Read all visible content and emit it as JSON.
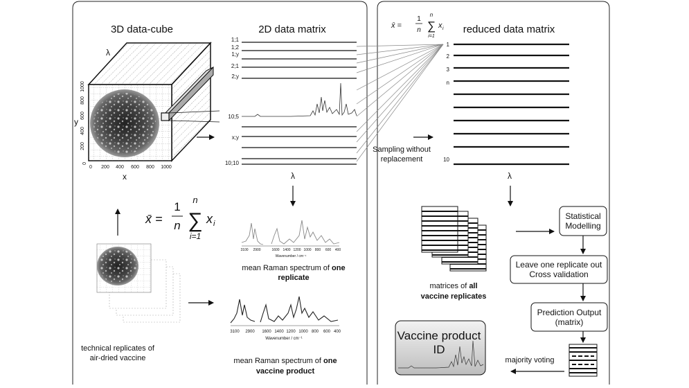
{
  "formula": {
    "lhs": "x̄ =",
    "num": "1",
    "den": "n",
    "sum_top": "n",
    "sum_sym": "∑",
    "sum_bottom": "i=1",
    "term": "x",
    "sub": "i"
  },
  "cube": {
    "title": "3D data-cube",
    "axis_lambda": "λ",
    "axis_x": "x",
    "axis_y": "y",
    "ticks": [
      "0",
      "200",
      "400",
      "600",
      "800",
      "1000"
    ]
  },
  "matrix2d": {
    "title": "2D data matrix",
    "rows": [
      "1;1",
      "1;2",
      "1;y",
      "2;1",
      "2;y",
      "10;5",
      "x;y",
      "10;10"
    ],
    "axis_lambda": "λ"
  },
  "reduced": {
    "title": "reduced data matrix",
    "rows": [
      "1",
      "2",
      "3",
      "n",
      "10"
    ],
    "axis_lambda": "λ"
  },
  "sampling": {
    "line1": "Sampling without",
    "line2": "replacement"
  },
  "spectra": {
    "wavenumber_label": "Wavenumber / cm⁻¹",
    "ticks": [
      "3100",
      "2900",
      "1600",
      "1400",
      "1200",
      "1000",
      "800",
      "600",
      "400"
    ],
    "replicate_caption_a": "mean Raman spectrum of ",
    "replicate_caption_bold": "one",
    "replicate_caption_b": "replicate",
    "product_caption_a": "mean Raman spectrum of ",
    "product_caption_bold": "one",
    "product_caption_b": "vaccine product"
  },
  "replicates": {
    "caption_line1": "technical replicates of",
    "caption_line2": "air-dried vaccine"
  },
  "matrices_all": {
    "line1_a": "matrices of ",
    "line1_bold": "all",
    "line2_bold": "vaccine replicates"
  },
  "flow": {
    "statistical": "Statistical Modelling",
    "loo": "Leave one replicate out Cross validation",
    "prediction": "Prediction Output (matrix)",
    "majority": "majority voting",
    "vaccine_line1": "Vaccine product",
    "vaccine_line2": "ID"
  }
}
